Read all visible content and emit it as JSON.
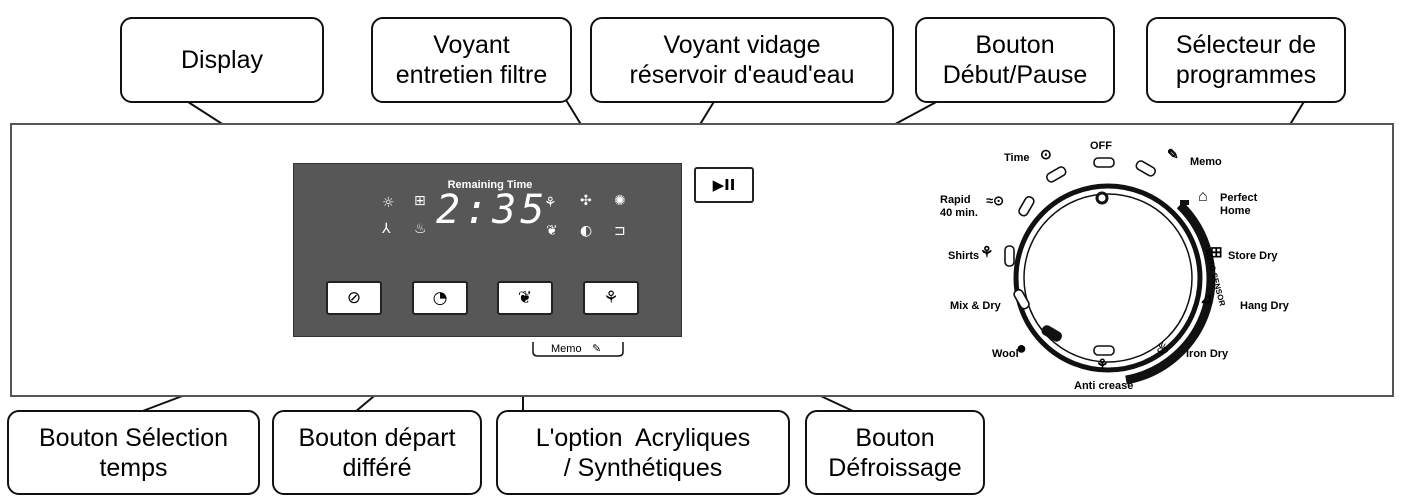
{
  "callouts": {
    "display": "Display",
    "filter_light_1": "Voyant",
    "filter_light_2": "entretien filtre",
    "water_light_1": "Voyant vidage",
    "water_light_2": "réservoir d'eaud'eau",
    "start_pause_1": "Bouton",
    "start_pause_2": "Début/Pause",
    "selector_1": "Sélecteur de",
    "selector_2": "programmes",
    "time_select_1": "Bouton Sélection",
    "time_select_2": "temps",
    "delay_start_1": "Bouton départ",
    "delay_start_2": "différé",
    "acrylic_1": "L'option  Acryliques",
    "acrylic_2": "/ Synthétiques",
    "anticrease_1": "Bouton",
    "anticrease_2": "Défroissage"
  },
  "display": {
    "remaining_label": "Remaining Time",
    "digits": "2:35",
    "memo_label": "Memo"
  },
  "buttons": {
    "time_select_glyph": "⊘",
    "delay_start_glyph": "◔",
    "acrylic_glyph": "❦",
    "anticrease_glyph": "⚘",
    "start_pause_glyph": "▶II"
  },
  "dial": {
    "time": "Time",
    "off": "OFF",
    "memo": "Memo",
    "rapid_1": "Rapid",
    "rapid_2": "40 min.",
    "perfect_1": "Perfect",
    "perfect_2": "Home",
    "shirts": "Shirts",
    "store_dry": "Store Dry",
    "mix_dry": "Mix & Dry",
    "hang_dry": "Hang Dry",
    "wool": "Wool",
    "iron_dry": "Iron Dry",
    "anti_crease": "Anti crease",
    "auto_sensor_label": "AUTO SENSOR"
  }
}
